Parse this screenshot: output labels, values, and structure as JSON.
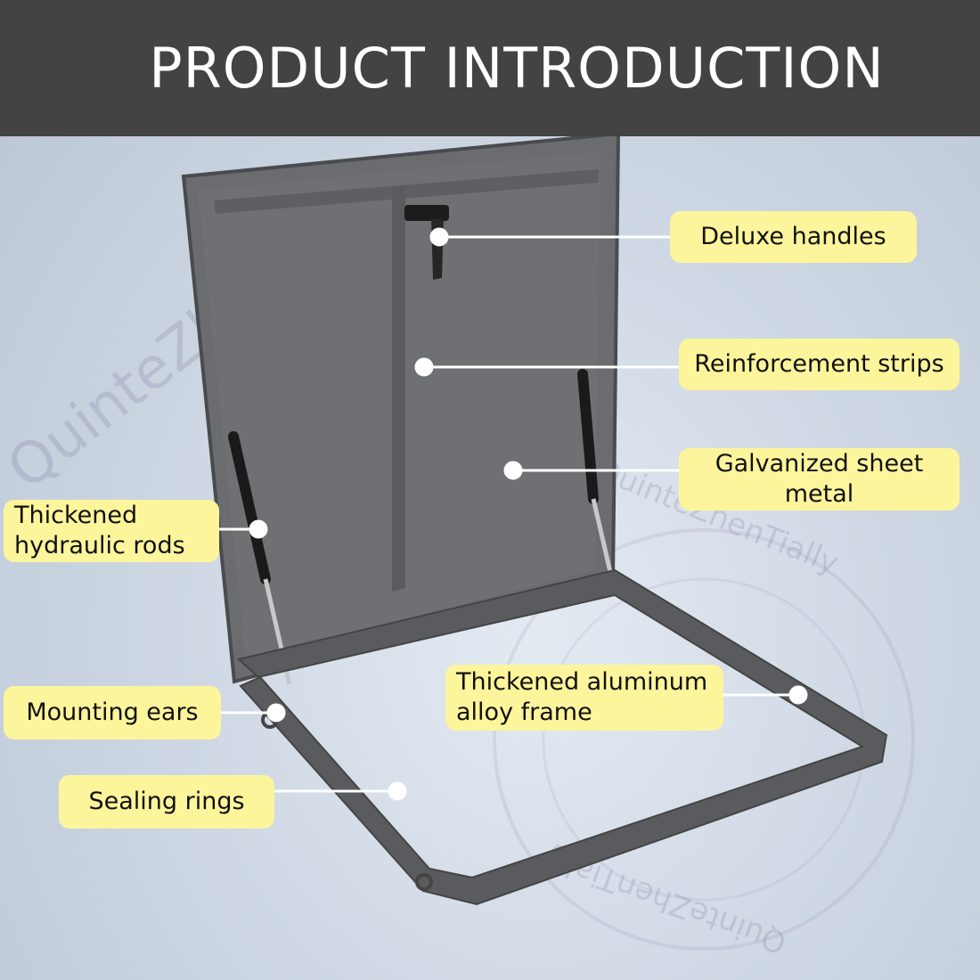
{
  "header": {
    "title": "PRODUCT INTRODUCTION"
  },
  "watermark": {
    "text": "QuinteZhenTially"
  },
  "callouts": {
    "deluxe_handles": "Deluxe handles",
    "reinforcement_strips": "Reinforcement strips",
    "galvanized_sheet_metal": "Galvanized sheet\nmetal",
    "thickened_hydraulic_rods": "Thickened\nhydraulic rods",
    "thickened_aluminum_frame": "Thickened aluminum\nalloy frame",
    "mounting_ears": "Mounting ears",
    "sealing_rings": "Sealing rings"
  },
  "colors": {
    "header_bg": "#434343",
    "label_bg": "#fdf59c",
    "panel": "#6b6c6f",
    "frame": "#55565a"
  }
}
